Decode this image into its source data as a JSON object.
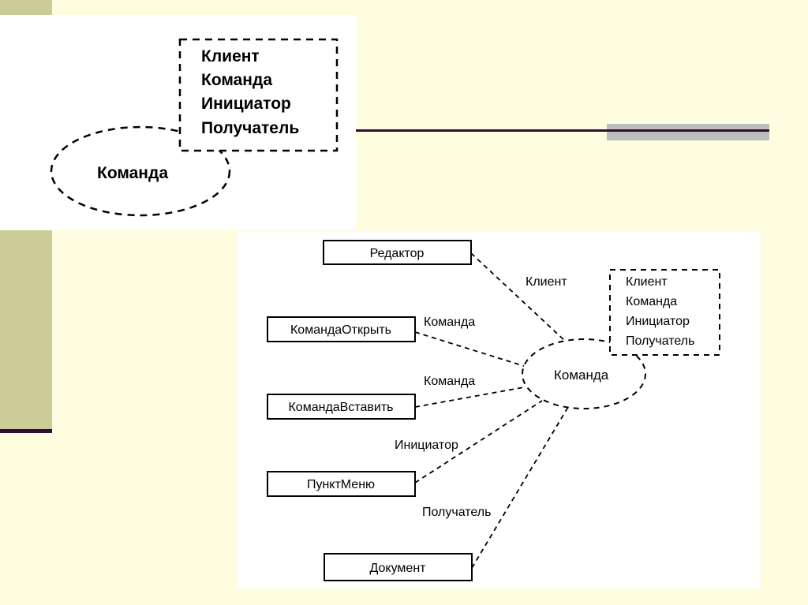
{
  "slide": {
    "background_color": "#fffddf",
    "accent_olive": "#cccc99",
    "accent_purple": "#2e0f33",
    "accent_gray": "#bdbdbd"
  },
  "upper_diagram": {
    "object_box_lines": [
      "Клиент",
      "Команда",
      "Инициатор",
      "Получатель"
    ],
    "ellipse_label": "Команда"
  },
  "lower_diagram": {
    "classes": [
      {
        "id": "editor",
        "label": "Редактор"
      },
      {
        "id": "open-command",
        "label": "КомандаОткрыть"
      },
      {
        "id": "paste-command",
        "label": "КомандаВставить"
      },
      {
        "id": "menu-item",
        "label": "ПунктМеню"
      },
      {
        "id": "document",
        "label": "Документ"
      }
    ],
    "edge_labels": {
      "client": "Клиент",
      "command_1": "Команда",
      "command_2": "Команда",
      "invoker": "Инициатор",
      "receiver": "Получатель"
    },
    "ellipse_label": "Команда",
    "object_box_lines": [
      "Клиент",
      "Команда",
      "Инициатор",
      "Получатель"
    ]
  }
}
